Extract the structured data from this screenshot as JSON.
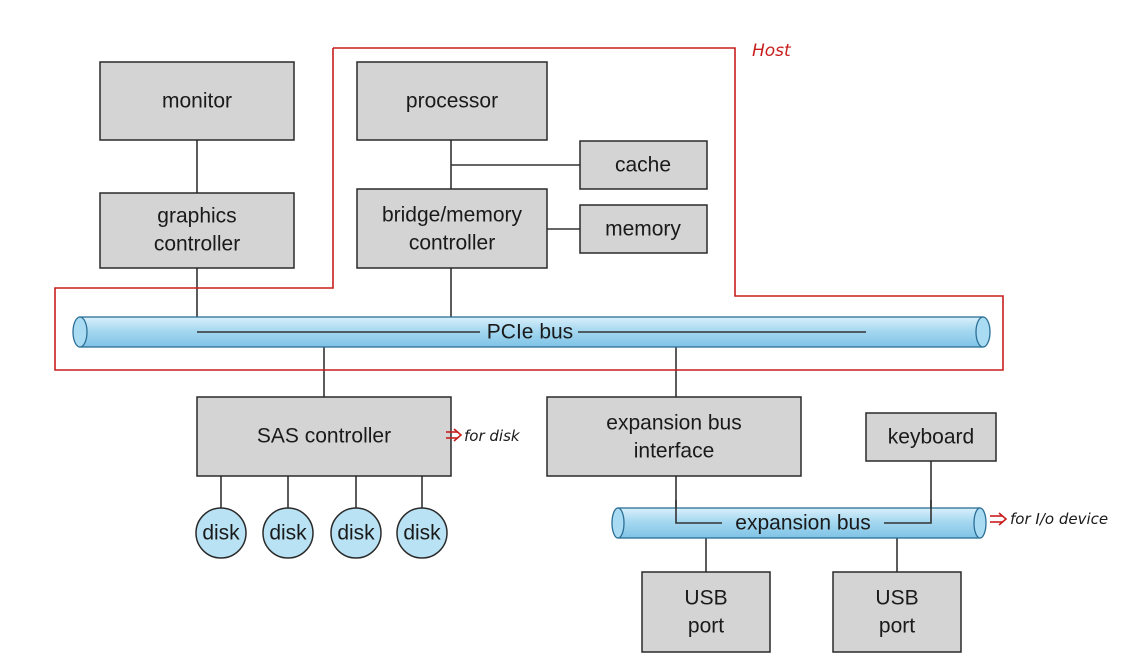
{
  "components": {
    "monitor": "monitor",
    "processor": "processor",
    "cache": "cache",
    "graphics_controller": [
      "graphics",
      "controller"
    ],
    "bridge_memory_controller": [
      "bridge/memory",
      "controller"
    ],
    "memory": "memory",
    "sas_controller": "SAS controller",
    "expansion_bus_interface": [
      "expansion bus",
      "interface"
    ],
    "keyboard": "keyboard",
    "disks": [
      "disk",
      "disk",
      "disk",
      "disk"
    ],
    "usb_ports": [
      [
        "USB",
        "port"
      ],
      [
        "USB",
        "port"
      ]
    ]
  },
  "buses": {
    "pcie": "PCIe bus",
    "expansion": "expansion bus"
  },
  "annotations": {
    "host": "Host",
    "for_disk": "for disk",
    "for_io_device": "for I/o device",
    "color": "#c81e1e"
  },
  "colors": {
    "box_fill": "#d4d4d4",
    "bus_fill": "#a9dbf2",
    "disk_fill": "#b9e3f5"
  }
}
